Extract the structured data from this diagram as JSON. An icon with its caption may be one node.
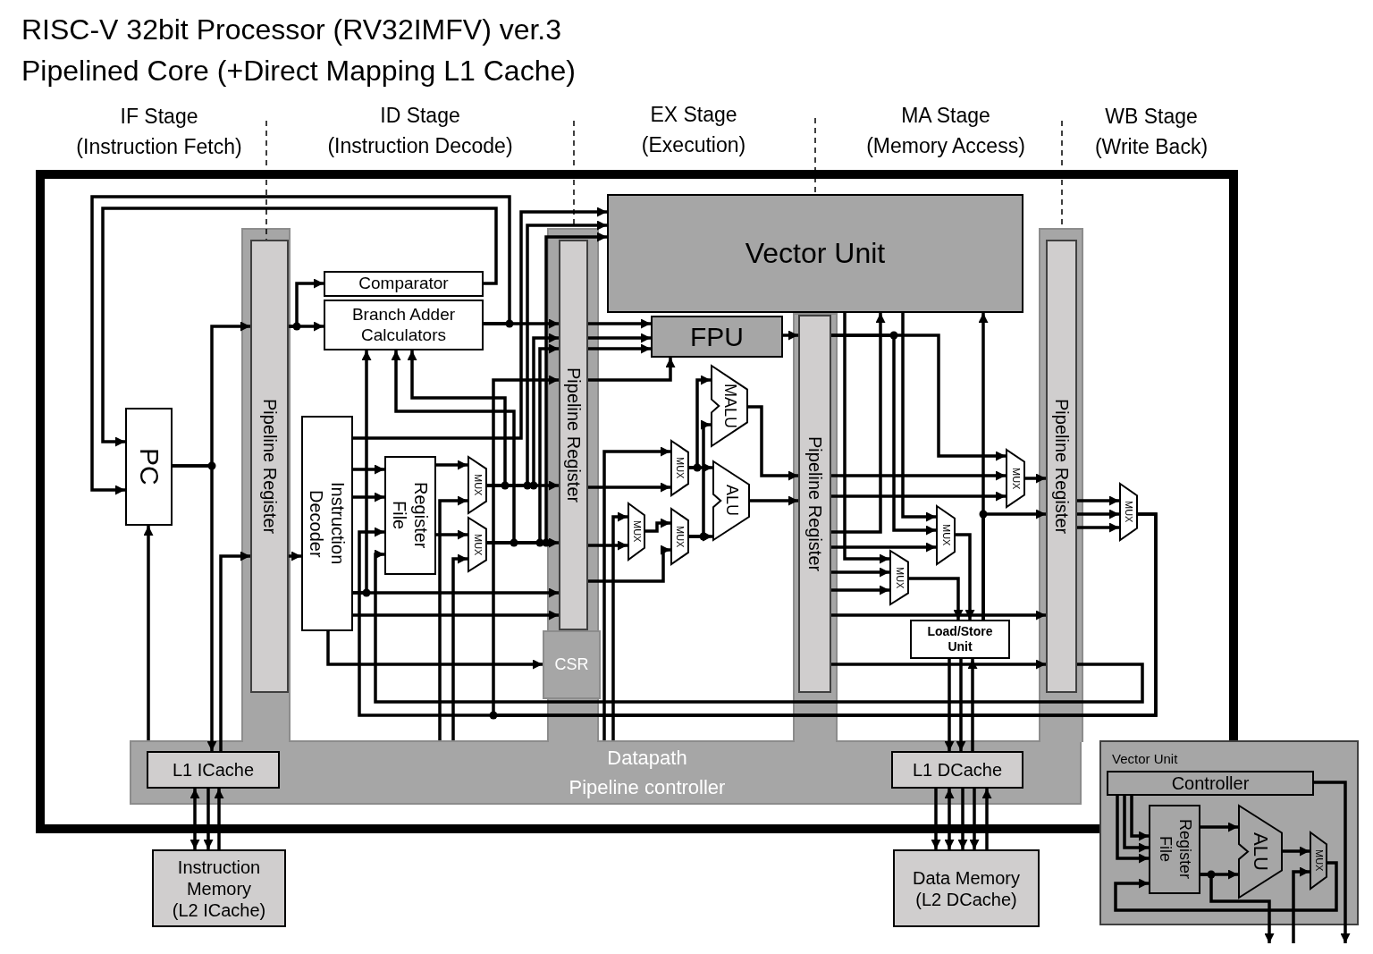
{
  "diagram": {
    "title": "RISC-V 32bit Processor (RV32IMFV) ver.3",
    "nodes": [
      {
        "text": [
          "Datapath",
          "Pipeline controller"
        ]
      },
      {
        "text": [
          "PC"
        ]
      },
      {
        "text": [
          "Pipeline Register"
        ]
      },
      {
        "text": [
          "Comparator"
        ]
      },
      {
        "text": [
          "Branch Adder Calculators"
        ]
      },
      {
        "text": [
          "Instruction Decoder"
        ]
      },
      {
        "text": [
          "Register File"
        ]
      },
      {
        "text": [
          "MUX"
        ]
      },
      {
        "text": [
          "MUX"
        ]
      },
      {
        "text": [
          "Pipeline Register"
        ]
      },
      {
        "text": [
          "CSR"
        ]
      },
      {
        "text": [
          "Vector Unit"
        ]
      },
      {
        "text": [
          "FPU"
        ]
      },
      {
        "text": [
          "MALU"
        ]
      },
      {
        "text": [
          "MUX"
        ]
      },
      {
        "text": [
          "ALU"
        ]
      },
      {
        "text": [
          "MUX"
        ]
      },
      {
        "text": [
          "MUX"
        ]
      },
      {
        "text": [
          "Pipeline Register"
        ]
      },
      {
        "text": [
          "MUX"
        ]
      },
      {
        "text": [
          "MUX"
        ]
      },
      {
        "text": [
          "MUX"
        ]
      },
      {
        "text": [
          "Load/Store Unit"
        ]
      },
      {
        "text": [
          "Pipeline Register"
        ]
      },
      {
        "text": [
          "MUX"
        ]
      },
      {
        "text": [
          "L1 ICache"
        ],
        "in": 0
      },
      {
        "text": [
          "L1 DCache"
        ],
        "in": 0
      },
      {
        "text": [
          "Instruction Memory (L2 ICache)"
        ]
      },
      {
        "text": [
          "Data Memory (L2 DCache)"
        ]
      },
      {
        "text": [
          "Vector Unit"
        ]
      },
      {
        "text": [
          "Controller"
        ],
        "in": 29
      },
      {
        "text": [
          "Register File"
        ],
        "in": 29
      },
      {
        "text": [
          "ALU"
        ],
        "in": 29
      },
      {
        "text": [
          "MUX"
        ],
        "in": 29
      }
    ],
    "edges": [
      {
        "from": 1,
        "to": 2,
        "arrow": "to"
      },
      {
        "from": 1,
        "to": 25,
        "arrow": "to"
      },
      {
        "from": 25,
        "to": 2,
        "arrow": "to"
      },
      {
        "from": 0,
        "to": 1,
        "arrow": "to"
      },
      {
        "from": 3,
        "to": 1,
        "arrow": "to"
      },
      {
        "from": 4,
        "to": 1,
        "arrow": "to"
      },
      {
        "from": 2,
        "to": 3,
        "arrow": "to"
      },
      {
        "from": 2,
        "to": 4,
        "arrow": "to"
      },
      {
        "from": 2,
        "to": 5,
        "arrow": "to"
      },
      {
        "from": 5,
        "to": 6,
        "arrow": "to"
      },
      {
        "from": 5,
        "to": 6,
        "arrow": "to"
      },
      {
        "from": 5,
        "to": 4,
        "arrow": "to"
      },
      {
        "from": 5,
        "to": 11,
        "arrow": "to"
      },
      {
        "from": 6,
        "to": 7,
        "arrow": "to"
      },
      {
        "from": 6,
        "to": 8,
        "arrow": "to"
      },
      {
        "from": 0,
        "to": 7,
        "arrow": "to"
      },
      {
        "from": 0,
        "to": 8,
        "arrow": "to"
      },
      {
        "from": 7,
        "to": 9,
        "arrow": "to"
      },
      {
        "from": 8,
        "to": 9,
        "arrow": "to"
      },
      {
        "from": 5,
        "to": 9,
        "arrow": "to"
      },
      {
        "from": 5,
        "to": 9,
        "arrow": "to"
      },
      {
        "from": 5,
        "to": 10,
        "arrow": "to"
      },
      {
        "from": 4,
        "to": 9,
        "arrow": "to"
      },
      {
        "from": 7,
        "to": 9,
        "arrow": "to"
      },
      {
        "from": 8,
        "to": 9,
        "arrow": "to"
      },
      {
        "from": 7,
        "to": 11,
        "arrow": "to"
      },
      {
        "from": 8,
        "to": 11,
        "arrow": "to"
      },
      {
        "from": 7,
        "to": 4,
        "arrow": "to"
      },
      {
        "from": 8,
        "to": 4,
        "arrow": "to"
      },
      {
        "from": 9,
        "to": 14,
        "arrow": "to"
      },
      {
        "from": 0,
        "to": 14,
        "arrow": "to"
      },
      {
        "from": 0,
        "to": 16,
        "arrow": "to"
      },
      {
        "from": 9,
        "to": 16,
        "arrow": "to"
      },
      {
        "from": 16,
        "to": 17,
        "arrow": "to"
      },
      {
        "from": 9,
        "to": 17,
        "arrow": "to"
      },
      {
        "from": 14,
        "to": 13,
        "arrow": "to"
      },
      {
        "from": 14,
        "to": 15,
        "arrow": "to"
      },
      {
        "from": 17,
        "to": 15,
        "arrow": "to"
      },
      {
        "from": 17,
        "to": 13,
        "arrow": "to"
      },
      {
        "from": 15,
        "to": 18,
        "arrow": "to"
      },
      {
        "from": 13,
        "to": 18,
        "arrow": "to"
      },
      {
        "from": 12,
        "to": 18,
        "arrow": "to"
      },
      {
        "from": 18,
        "to": 19,
        "arrow": "to"
      },
      {
        "from": 19,
        "to": 23,
        "arrow": "to"
      },
      {
        "from": 11,
        "to": 20,
        "arrow": "to"
      },
      {
        "from": 18,
        "to": 20,
        "arrow": "to"
      },
      {
        "from": 18,
        "to": 20,
        "arrow": "to"
      },
      {
        "from": 11,
        "to": 21,
        "arrow": "to"
      },
      {
        "from": 18,
        "to": 21,
        "arrow": "to"
      },
      {
        "from": 18,
        "to": 21,
        "arrow": "to"
      },
      {
        "from": 18,
        "to": 11,
        "arrow": "to"
      },
      {
        "from": 21,
        "to": 22,
        "arrow": "to"
      },
      {
        "from": 20,
        "to": 22,
        "arrow": "to"
      },
      {
        "from": 22,
        "to": 11,
        "arrow": "to"
      },
      {
        "from": 22,
        "to": 23,
        "arrow": "to"
      },
      {
        "from": 18,
        "to": 23,
        "arrow": "to"
      },
      {
        "from": 18,
        "to": 23,
        "arrow": "to"
      },
      {
        "from": 23,
        "to": 24,
        "arrow": "to"
      },
      {
        "from": 23,
        "to": 24,
        "arrow": "to"
      },
      {
        "from": 23,
        "to": 24,
        "arrow": "to"
      },
      {
        "from": 24,
        "to": 6,
        "arrow": "to"
      },
      {
        "from": 23,
        "to": 6,
        "arrow": "to"
      },
      {
        "from": 24,
        "to": 9,
        "arrow": "to"
      },
      {
        "from": 25,
        "to": 27,
        "arrow": "both"
      },
      {
        "from": 25,
        "to": 27,
        "arrow": "to"
      },
      {
        "from": 27,
        "to": 25,
        "arrow": "to"
      },
      {
        "from": 22,
        "to": 26,
        "arrow": "to"
      },
      {
        "from": 22,
        "to": 26,
        "arrow": "to"
      },
      {
        "from": 26,
        "to": 22,
        "arrow": "to"
      },
      {
        "from": 26,
        "to": 28,
        "arrow": "to"
      },
      {
        "from": 26,
        "to": 28,
        "arrow": "both"
      },
      {
        "from": 26,
        "to": 28,
        "arrow": "to"
      },
      {
        "from": 26,
        "to": 28,
        "arrow": "to"
      },
      {
        "from": 28,
        "to": 26,
        "arrow": "to"
      },
      {
        "from": 30,
        "to": 31,
        "arrow": "to"
      },
      {
        "from": 30,
        "to": 31,
        "arrow": "to"
      },
      {
        "from": 30,
        "to": 31,
        "arrow": "to"
      },
      {
        "from": 31,
        "to": 32,
        "arrow": "to"
      },
      {
        "from": 31,
        "to": 32,
        "arrow": "to"
      },
      {
        "from": 32,
        "to": 33,
        "arrow": "to"
      },
      {
        "from": 33,
        "to": 31,
        "arrow": "to"
      },
      {
        "from": 30,
        "to": null,
        "arrow": "to"
      },
      {
        "from": 31,
        "to": null,
        "arrow": "to"
      },
      {
        "from": null,
        "to": 33,
        "arrow": "to"
      },
      {
        "from": 9,
        "to": 12,
        "arrow": "to"
      },
      {
        "from": 9,
        "to": 12,
        "arrow": "to"
      },
      {
        "from": 9,
        "to": 12,
        "arrow": "to"
      },
      {
        "from": 9,
        "to": 12,
        "arrow": "to"
      },
      {
        "from": 18,
        "to": 19,
        "arrow": "to"
      },
      {
        "from": 18,
        "to": 19,
        "arrow": "to"
      }
    ],
    "labels": [
      "Pipelined Core (+Direct Mapping L1 Cache)",
      "IF Stage",
      "(Instruction Fetch)",
      "ID Stage",
      "(Instruction Decode)",
      "EX Stage",
      "(Execution)",
      "MA Stage",
      "(Memory Access)",
      "WB Stage",
      "(Write Back)"
    ]
  }
}
